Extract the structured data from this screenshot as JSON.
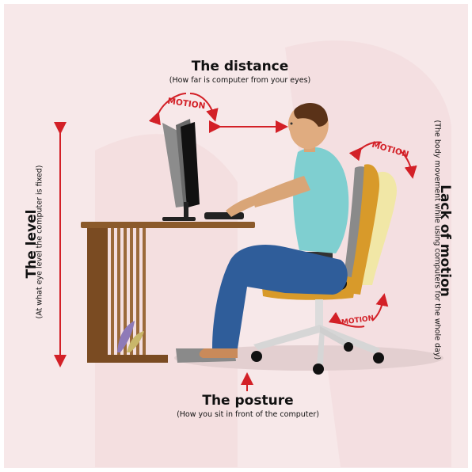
{
  "colors": {
    "background": "#f7e8e9",
    "accent_red": "#d32027",
    "desk_wood": "#8b5a2b",
    "shirt": "#7fcfd0",
    "pants": "#2f5d9a",
    "chair_seat": "#d89a2a",
    "chair_back_gray": "#8a8a8a",
    "chair_base": "#dddddd"
  },
  "labels": {
    "distance_title": "The distance",
    "distance_sub": "(How far is computer from your eyes)",
    "level_title": "The level",
    "level_sub": "(At what eye level the computer is fixed)",
    "lack_title": "Lack of motion",
    "lack_sub": "(The body movement while using computers for the whole day)",
    "posture_title": "The posture",
    "posture_sub": "(How you sit in front of the computer)",
    "motion_monitor": "MOTION",
    "motion_back": "MOTION",
    "motion_seat": "MOTION"
  },
  "icons": {
    "monitor": "monitor-icon",
    "person": "seated-person-icon",
    "chair": "office-chair-icon",
    "desk": "desk-icon"
  }
}
